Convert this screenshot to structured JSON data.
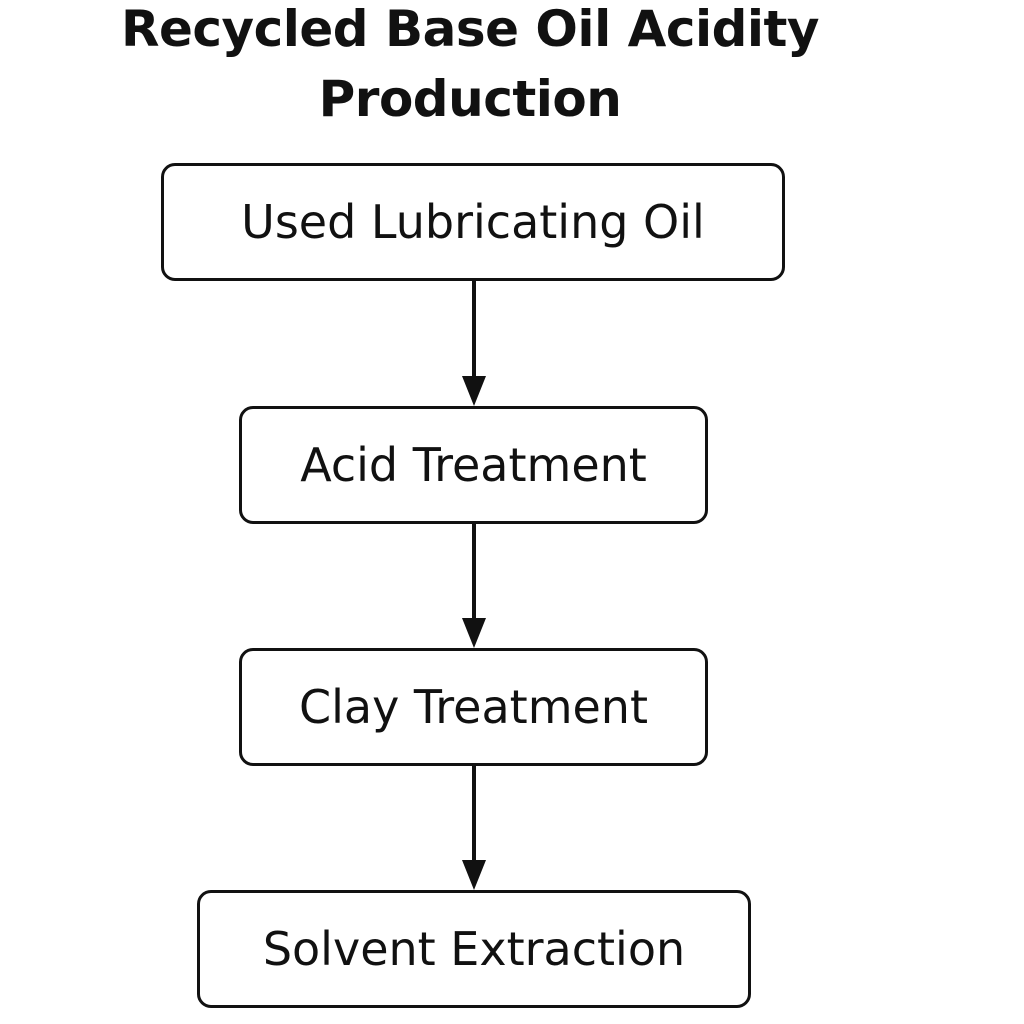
{
  "diagram": {
    "title_lines": [
      "Recycled Base Oil Acidity",
      "Production"
    ],
    "steps": [
      "Used Lubricating Oil",
      "Acid Treatment",
      "Clay Treatment",
      "Solvent Extraction"
    ],
    "colors": {
      "stroke": "#111111",
      "background": "#ffffff"
    }
  }
}
